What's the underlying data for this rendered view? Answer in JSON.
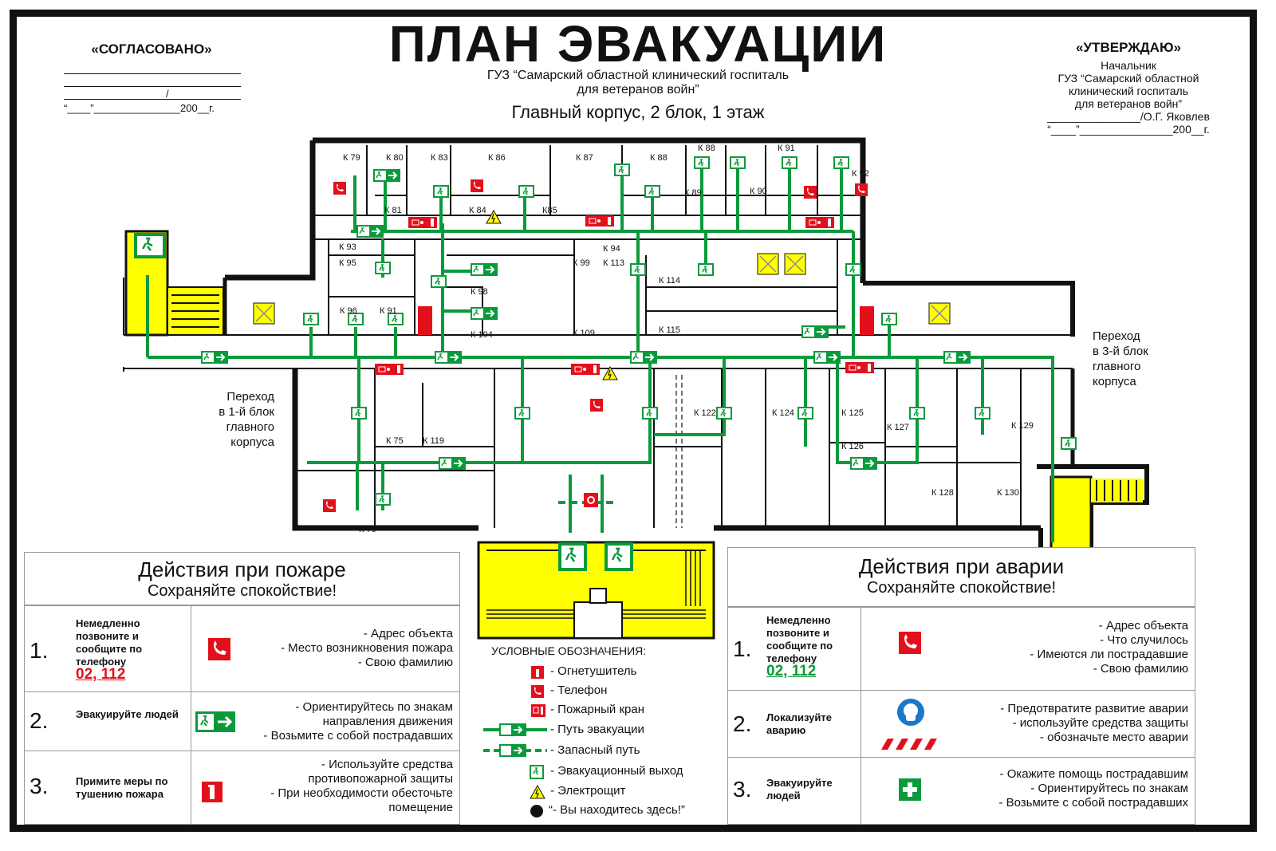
{
  "header": {
    "title": "ПЛАН ЭВАКУАЦИИ",
    "org_line1": "ГУЗ “Самарский областной клинический госпиталь",
    "org_line2": "для ветеранов войн”",
    "building": "Главный корпус, 2 блок, 1 этаж"
  },
  "agreed": {
    "label": "«СОГЛАСОВАНО»",
    "slash": "/",
    "date_line": "“____”_______________200__г."
  },
  "approve": {
    "label": "«УТВЕРЖДАЮ»",
    "line1": "Начальник",
    "line2": "ГУЗ “Самарский областной",
    "line3": "клинический госпиталь",
    "line4": "для ветеранов войн”",
    "sign": "_______________/О.Г. Яковлев",
    "date_line": "“____”_______________200__г."
  },
  "transitions": {
    "left": [
      "Переход",
      "в 1-й блок",
      "главного",
      "корпуса"
    ],
    "right": [
      "Переход",
      "в 3-й блок",
      "главного",
      "корпуса"
    ]
  },
  "rooms": {
    "k79": "К 79",
    "k80": "К 80",
    "k83": "К 83",
    "k86": "К 86",
    "k87": "К 87",
    "k88a": "К 88",
    "k88b": "К 88",
    "k89": "К 89",
    "k90": "К 90",
    "k91a": "К 91",
    "k92": "К 92",
    "k81": "К 81",
    "k84": "К 84",
    "k85": "К85",
    "k93": "К 93",
    "k95": "К 95",
    "k94": "К 94",
    "k99": "К 99",
    "k113": "К 113",
    "k114": "К 114",
    "k98": "К 98",
    "k96": "К 96",
    "k91b": "К 91",
    "k104": "К 104",
    "k109": "К 109",
    "k115": "К 115",
    "k122": "К 122",
    "k124": "К 124",
    "k125": "К 125",
    "k126": "К 126",
    "k127": "К 127",
    "k129": "К 129",
    "k75": "К 75",
    "k119": "К 119",
    "k70": "К 70",
    "k128": "К 128",
    "k130": "К 130"
  },
  "fire": {
    "title": "Действия при пожаре",
    "calm": "Сохраняйте спокойствие!",
    "steps": [
      {
        "num": "1.",
        "action": "Немедленно позвоните и сообщите по телефону",
        "phone": "02, 112",
        "lines": [
          "- Адрес объекта",
          "- Место возникновения пожара",
          "- Свою фамилию"
        ]
      },
      {
        "num": "2.",
        "action": "Эвакуируйте людей",
        "lines": [
          "- Ориентируйтесь по знакам",
          "направления движения",
          "- Возьмите с собой пострадавших"
        ]
      },
      {
        "num": "3.",
        "action": "Примите меры по тушению пожара",
        "lines": [
          "- Используйте средства",
          "противопожарной защиты",
          "- При необходимости обесточьте",
          "помещение"
        ]
      }
    ]
  },
  "accident": {
    "title": "Действия при аварии",
    "calm": "Сохраняйте спокойствие!",
    "steps": [
      {
        "num": "1.",
        "action": "Немедленно позвоните и сообщите по телефону",
        "phone": "02, 112",
        "lines": [
          "- Адрес объекта",
          "- Что случилось",
          "- Имеются ли пострадавшие",
          "- Свою фамилию"
        ]
      },
      {
        "num": "2.",
        "action": "Локализуйте аварию",
        "lines": [
          "- Предотвратите развитие аварии",
          "- используйте средства защиты",
          "- обозначьте место аварии"
        ]
      },
      {
        "num": "3.",
        "action": "Эвакуируйте людей",
        "lines": [
          "- Окажите помощь пострадавшим",
          "- Ориентируйтесь по знакам",
          "- Возьмите с собой пострадавших"
        ]
      }
    ]
  },
  "legend": {
    "title": "УСЛОВНЫЕ ОБОЗНАЧЕНИЯ:",
    "items": [
      "- Огнетушитель",
      "- Телефон",
      "- Пожарный кран",
      "- Путь эвакуации",
      "- Запасный путь",
      "- Эвакуационный выход",
      "- Электрощит",
      "“- Вы находитесь здесь!”"
    ]
  },
  "colors": {
    "green": "#0a9a3c",
    "red": "#e3101c",
    "yellow": "#ffff00",
    "wall": "#111111",
    "phone_text_fire": "#e3101c",
    "phone_text_accident": "#0a9a3c"
  }
}
